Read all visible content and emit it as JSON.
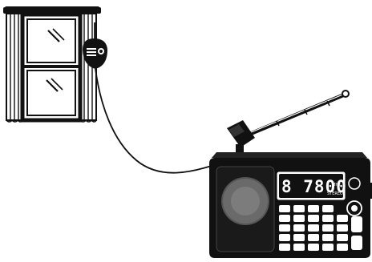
{
  "illustration": {
    "subject": "window-antenna-connected-to-portable-radio",
    "radio": {
      "display": {
        "main": "8 7800",
        "unit": "MHz",
        "sub": "STEREO"
      }
    },
    "icons": [
      "window-icon",
      "antenna-pod-icon",
      "cable-icon",
      "radio-icon",
      "telescopic-antenna-icon"
    ]
  }
}
